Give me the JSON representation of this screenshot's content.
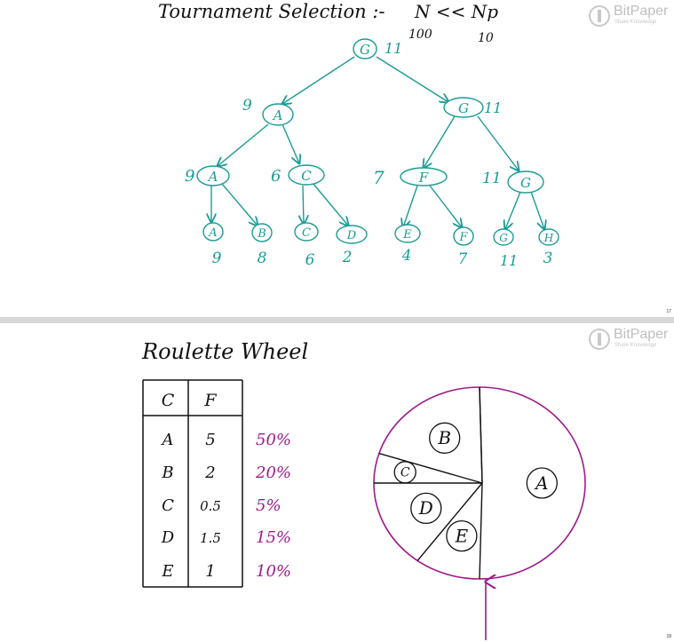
{
  "brand": {
    "name": "BitPaper",
    "tagline": "Share Knowledge",
    "color": "#bfbfbf"
  },
  "colors": {
    "teal": "#1a9c94",
    "purple": "#9c1a8c",
    "ink": "#111111"
  },
  "page1": {
    "title": "Tournament Selection :-",
    "formula": "N << Np",
    "n_value": "100",
    "np_value": "10",
    "page_number": "17",
    "tree": {
      "root": {
        "label": "G",
        "score": "11"
      },
      "level1": [
        {
          "label": "A",
          "score": "9"
        },
        {
          "label": "G",
          "score": "11"
        }
      ],
      "level2": [
        {
          "label": "A",
          "score": "9"
        },
        {
          "label": "C",
          "score": "6"
        },
        {
          "label": "F",
          "score": "7"
        },
        {
          "label": "G",
          "score": "11"
        }
      ],
      "leaves": [
        {
          "label": "A",
          "score": "9"
        },
        {
          "label": "B",
          "score": "8"
        },
        {
          "label": "C",
          "score": "6"
        },
        {
          "label": "D",
          "score": "2"
        },
        {
          "label": "E",
          "score": "4"
        },
        {
          "label": "F",
          "score": "7"
        },
        {
          "label": "G",
          "score": "11"
        },
        {
          "label": "H",
          "score": "3"
        }
      ]
    }
  },
  "page2": {
    "title": "Roulette Wheel",
    "page_number": "18",
    "table": {
      "headers": [
        "C",
        "F"
      ],
      "rows": [
        {
          "c": "A",
          "f": "5",
          "pct": "50%"
        },
        {
          "c": "B",
          "f": "2",
          "pct": "20%"
        },
        {
          "c": "C",
          "f": "0.5",
          "pct": "5%"
        },
        {
          "c": "D",
          "f": "1.5",
          "pct": "15%"
        },
        {
          "c": "E",
          "f": "1",
          "pct": "10%"
        }
      ]
    },
    "wheel": {
      "slices": [
        {
          "label": "A",
          "share": 0.5
        },
        {
          "label": "B",
          "share": 0.2
        },
        {
          "label": "C",
          "share": 0.05
        },
        {
          "label": "D",
          "share": 0.15
        },
        {
          "label": "E",
          "share": 0.1
        }
      ]
    }
  }
}
